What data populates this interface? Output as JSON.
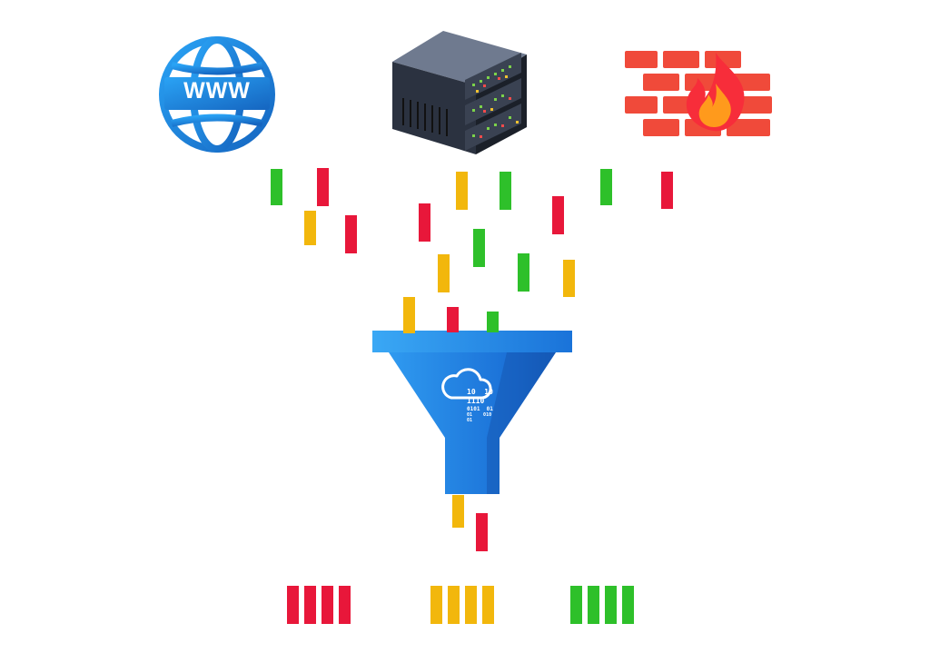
{
  "colors": {
    "red": "#e8173a",
    "yellow": "#f2b70c",
    "green": "#2ec02a",
    "globe_blue": "#1e88e5",
    "funnel_blue": "#1f7fe0",
    "brick": "#f04a3a",
    "flame_orange": "#ff8a1c"
  },
  "icons": {
    "globe": "globe-www-icon",
    "server": "server-rack-icon",
    "firewall": "firewall-icon",
    "cloud": "cloud-icon"
  },
  "globe": {
    "label": "WWW"
  },
  "funnel": {
    "binary_lines": [
      "10  10",
      "1110",
      "0101  01",
      "01    010",
      "01"
    ]
  },
  "falling_bars": [
    {
      "color": "green"
    },
    {
      "color": "red"
    },
    {
      "color": "yellow"
    },
    {
      "color": "red"
    },
    {
      "color": "yellow"
    },
    {
      "color": "green"
    },
    {
      "color": "red"
    },
    {
      "color": "green"
    },
    {
      "color": "yellow"
    },
    {
      "color": "red"
    },
    {
      "color": "green"
    },
    {
      "color": "red"
    },
    {
      "color": "green"
    },
    {
      "color": "yellow"
    },
    {
      "color": "yellow"
    },
    {
      "color": "red"
    },
    {
      "color": "green"
    }
  ],
  "output_bars": [
    {
      "color": "yellow"
    },
    {
      "color": "red"
    }
  ],
  "sorted_groups": [
    {
      "color": "red",
      "count": 4
    },
    {
      "color": "yellow",
      "count": 4
    },
    {
      "color": "green",
      "count": 4
    }
  ]
}
